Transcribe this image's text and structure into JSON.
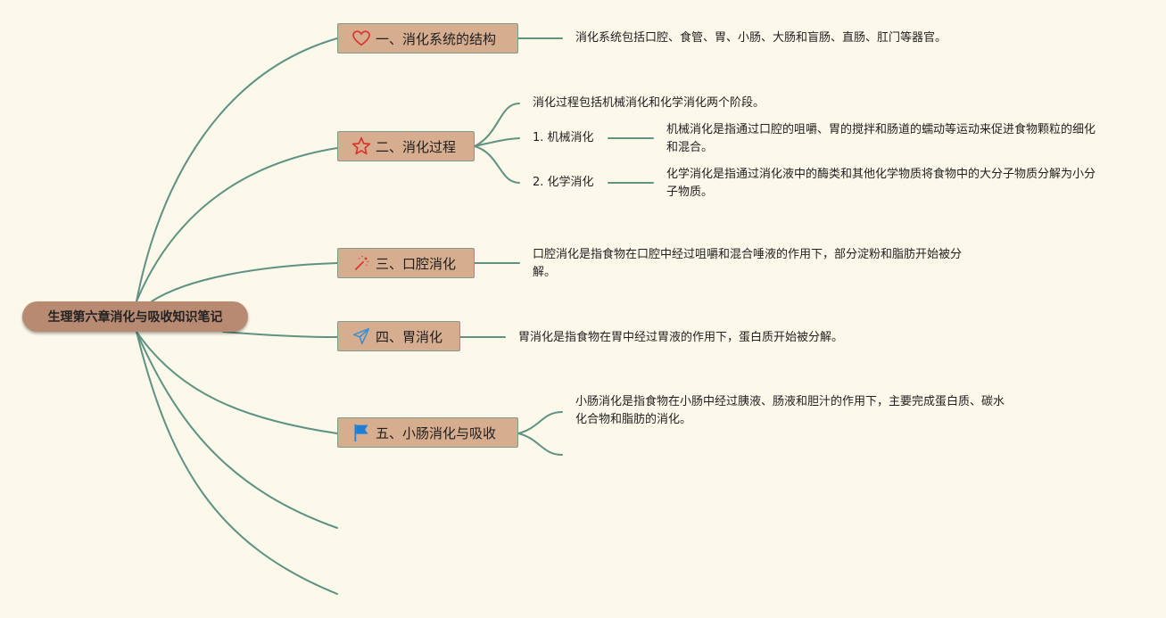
{
  "root": {
    "label": "生理第六章消化与吸收知识笔记"
  },
  "topics": [
    {
      "label": "一、消化系统的结构",
      "icon": "heart-icon"
    },
    {
      "label": "二、消化过程",
      "icon": "star-icon"
    },
    {
      "label": "三、口腔消化",
      "icon": "sparkle-icon"
    },
    {
      "label": "四、胃消化",
      "icon": "paper-plane-icon"
    },
    {
      "label": "五、小肠消化与吸收",
      "icon": "flag-icon"
    }
  ],
  "notes": {
    "structure": "消化系统包括口腔、食管、胃、小肠、大肠和盲肠、直肠、肛门等器官。",
    "process_intro": "消化过程包括机械消化和化学消化两个阶段。",
    "mechanical_label": "1. 机械消化",
    "mechanical_desc": "机械消化是指通过口腔的咀嚼、胃的搅拌和肠道的蠕动等运动来促进食物颗粒的细化和混合。",
    "chemical_label": "2. 化学消化",
    "chemical_desc": "化学消化是指通过消化液中的酶类和其他化学物质将食物中的大分子物质分解为小分子物质。",
    "oral": "口腔消化是指食物在口腔中经过咀嚼和混合唾液的作用下，部分淀粉和脂肪开始被分解。",
    "stomach": "胃消化是指食物在胃中经过胃液的作用下，蛋白质开始被分解。",
    "intestine": "小肠消化是指食物在小肠中经过胰液、肠液和胆汁的作用下，主要完成蛋白质、碳水化合物和脂肪的消化。"
  },
  "colors": {
    "background": "#fcf8ea",
    "connector": "#5e9283",
    "root_fill": "#b88a72",
    "topic_fill": "#d6ad8f",
    "heart": "#d8322a",
    "star": "#d8322a",
    "plane": "#3a8fd6",
    "flag": "#1e7fd6"
  }
}
